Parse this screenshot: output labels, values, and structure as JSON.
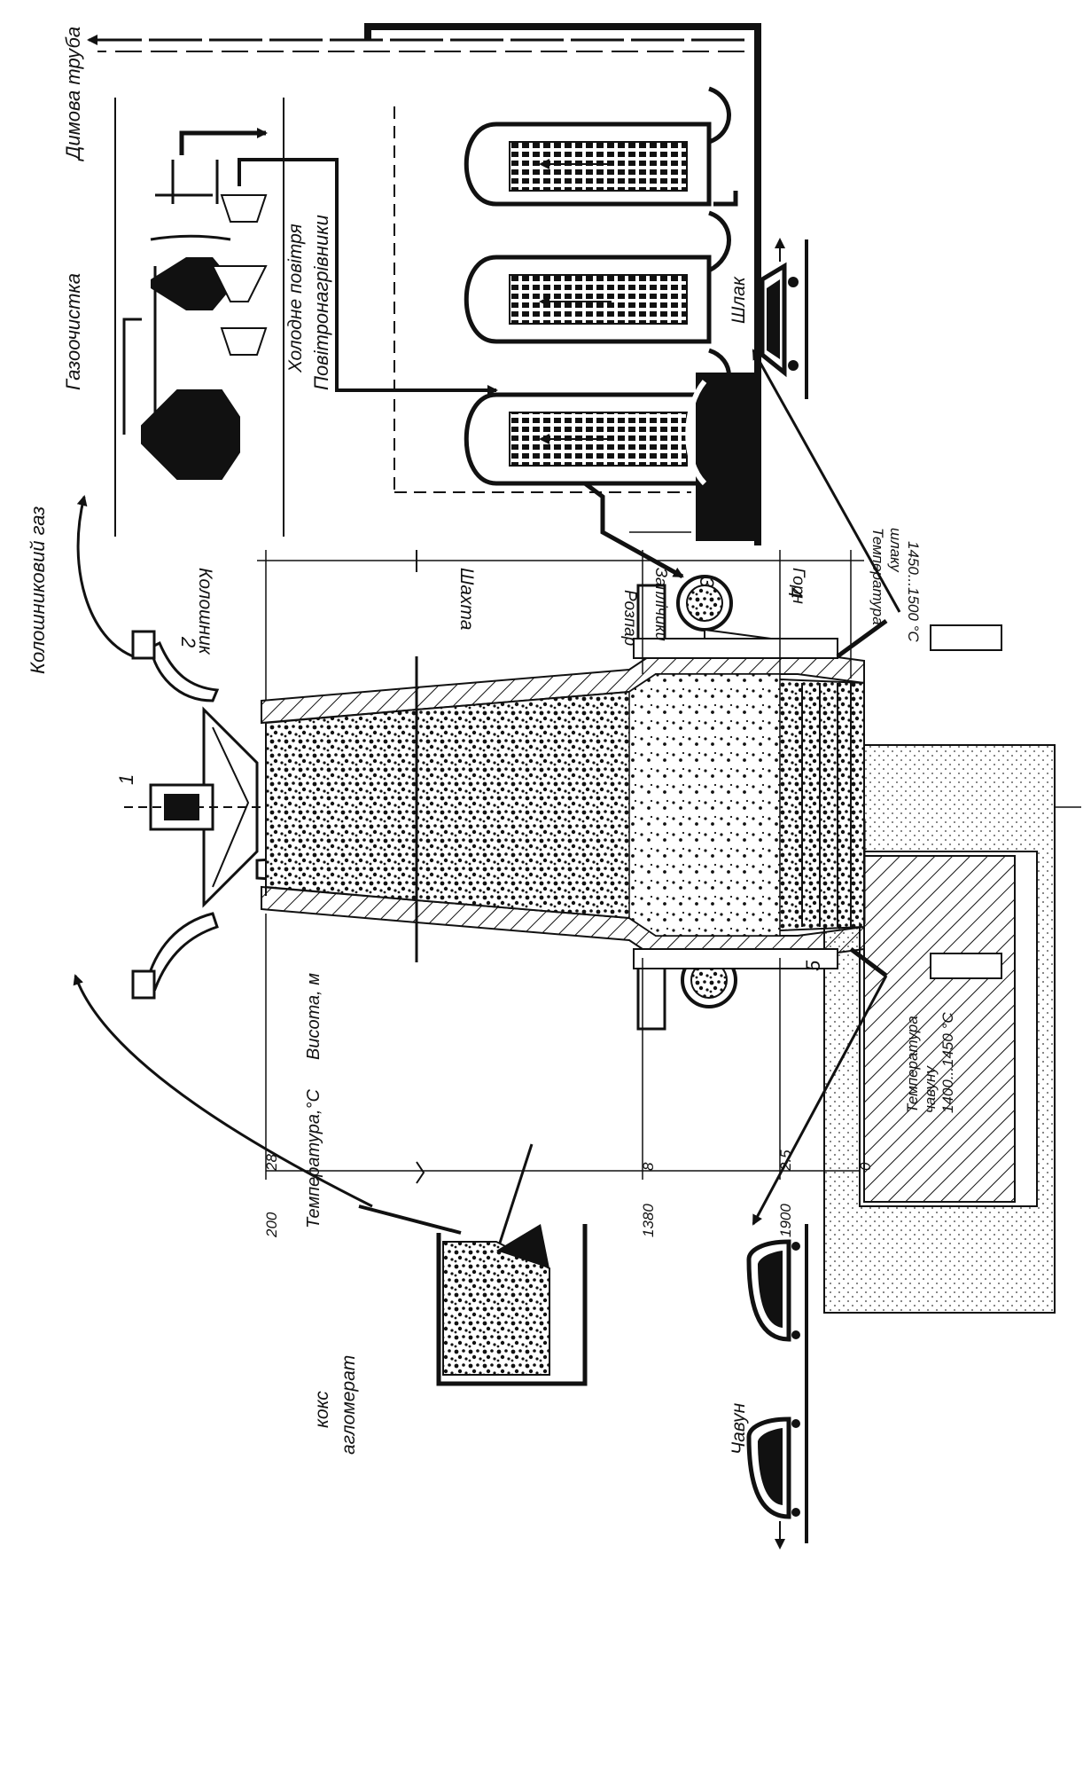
{
  "labels": {
    "kolosh_gas": "Колошниковий газ",
    "gazoochistka": "Газоочистка",
    "dymova_truba": "Димова труба",
    "kholodne_povitrya": "Холодне повітря",
    "povitronagrivnyky": "Повітронагрівники",
    "koloshnyk": "Колошник",
    "shakhta": "Шахта",
    "rozpar": "Розпар",
    "zaplechyky": "Заплічики",
    "horn": "Горн",
    "temp_shlaku_1": "Температура",
    "temp_shlaku_2": "шлаку",
    "temp_shlaku_3": "1450...1500 °C",
    "shlak": "Шлак",
    "temp_chavunu_1": "Температура",
    "temp_chavunu_2": "чавуну",
    "temp_chavunu_3": "1400...1450 °C",
    "chavun": "Чавун",
    "koks": "кокс",
    "ahlomerat": "агломерат",
    "vysota": "Висота, м",
    "temperatura": "Температура,°С"
  },
  "callouts": [
    "1",
    "2",
    "3",
    "4",
    "5"
  ],
  "height_scale": [
    "28",
    "8",
    "2.5",
    "0"
  ],
  "temperature_scale": [
    "200",
    "1380",
    "1900"
  ],
  "colors": {
    "ink": "#111111",
    "paper": "#ffffff"
  }
}
